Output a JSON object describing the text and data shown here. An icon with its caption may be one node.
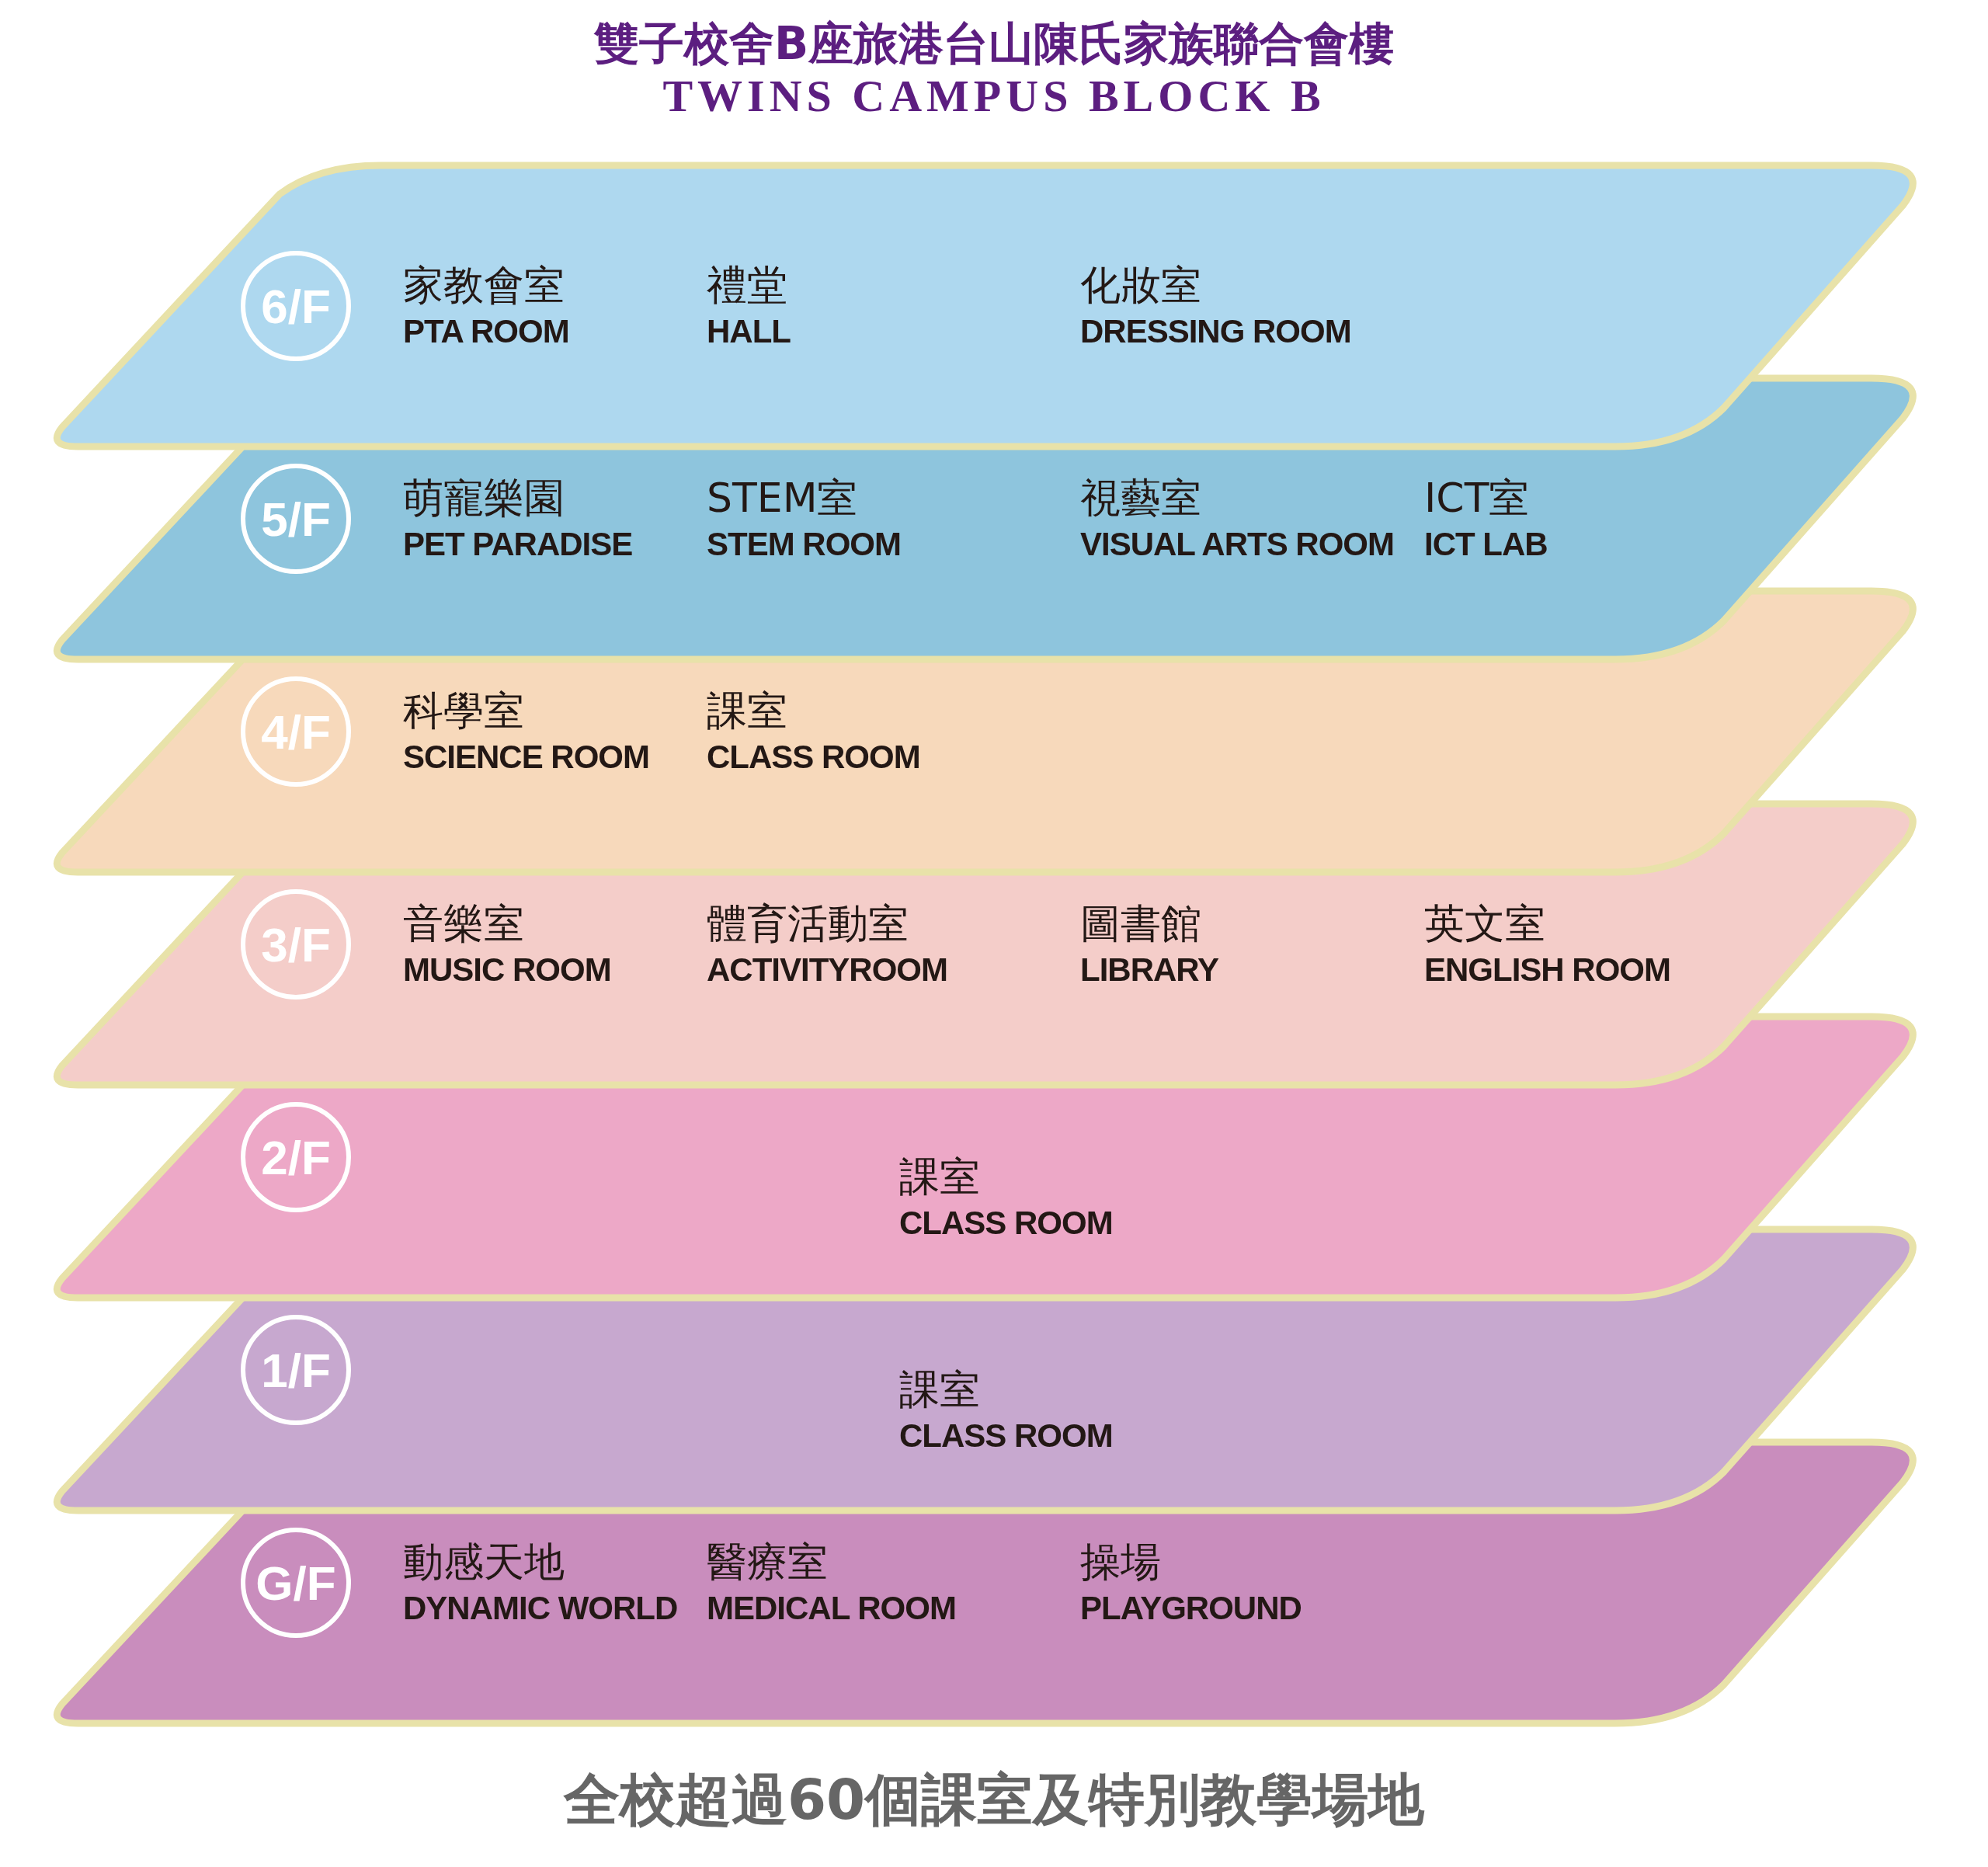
{
  "diagram": {
    "title": "雙子校舍B座旅港台山陳氏家族聯合會樓",
    "caption": "全校超過**60**個課室及特別教學場地",
    "labels": [
      "TWINS CAMPUS BLOCK B"
    ],
    "nodes": [
      {
        "text": [
          "家教會室",
          "PTA ROOM",
          "禮堂",
          "HALL",
          "化妝室",
          "DRESSING ROOM"
        ]
      },
      {
        "text": [
          "6/F"
        ],
        "in": 0
      },
      {
        "text": [
          "萌寵樂園",
          "PET PARADISE",
          "STEM室",
          "STEM ROOM",
          "視藝室",
          "VISUAL ARTS ROOM",
          "ICT室",
          "ICT LAB"
        ]
      },
      {
        "text": [
          "5/F"
        ],
        "in": 2
      },
      {
        "text": [
          "科學室",
          "SCIENCE ROOM",
          "課室",
          "CLASS ROOM"
        ]
      },
      {
        "text": [
          "4/F"
        ],
        "in": 4
      },
      {
        "text": [
          "音樂室",
          "MUSIC ROOM",
          "體育活動室",
          "ACTIVITYROOM",
          "圖書館",
          "LIBRARY",
          "英文室",
          "ENGLISH ROOM"
        ]
      },
      {
        "text": [
          "3/F"
        ],
        "in": 6
      },
      {
        "text": [
          "課室",
          "CLASS ROOM"
        ]
      },
      {
        "text": [
          "2/F"
        ],
        "in": 8
      },
      {
        "text": [
          "課室",
          "CLASS ROOM"
        ]
      },
      {
        "text": [
          "1/F"
        ],
        "in": 10
      },
      {
        "text": [
          "動感天地",
          "DYNAMIC WORLD",
          "醫療室",
          "MEDICAL ROOM",
          "操場",
          "PLAYGROUND"
        ]
      },
      {
        "text": [
          "G/F"
        ],
        "in": 12
      }
    ]
  }
}
